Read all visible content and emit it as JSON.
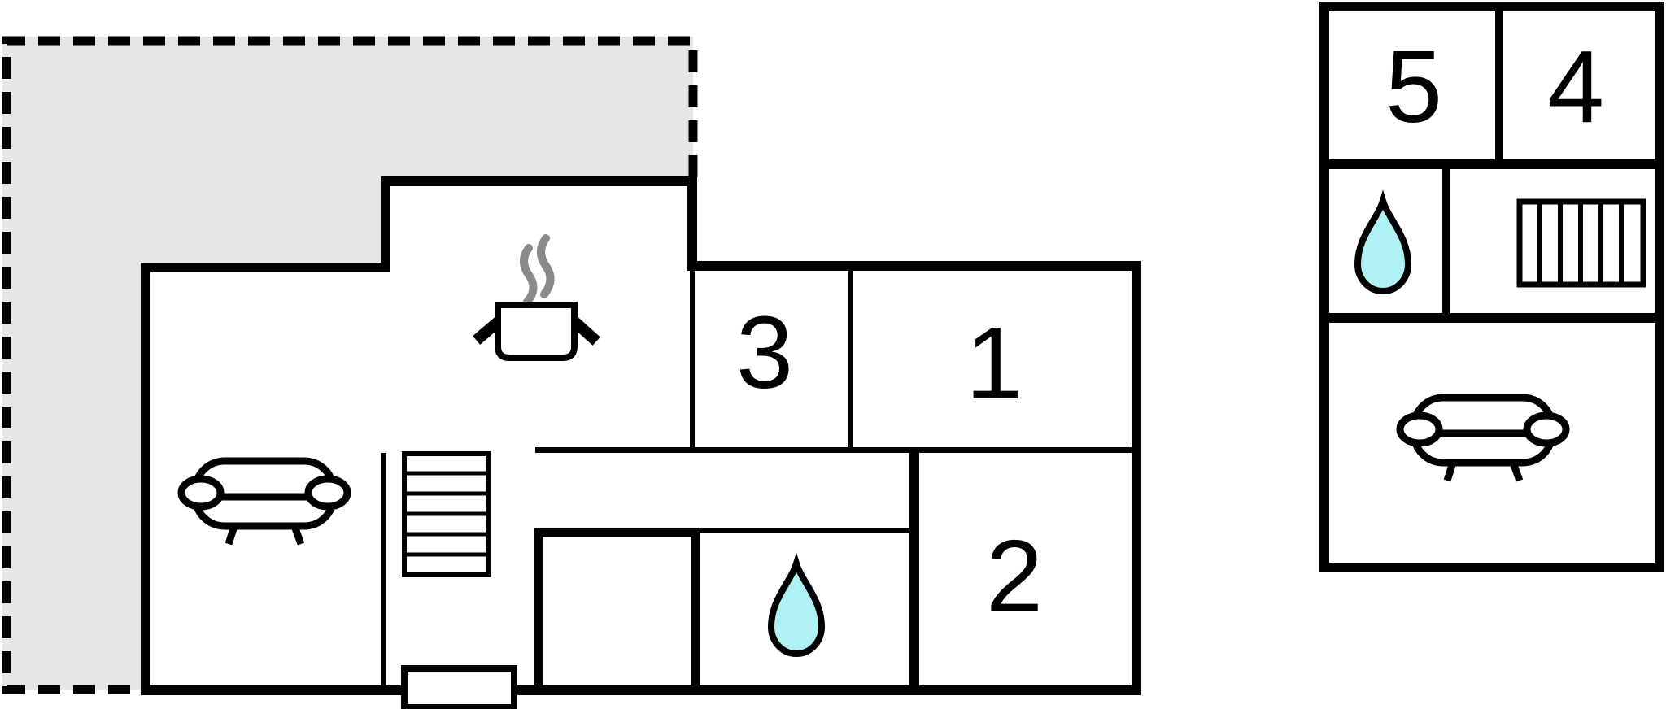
{
  "ground_floor": {
    "name": "ground-floor-plan",
    "rooms": [
      {
        "label": "3"
      },
      {
        "label": "1"
      },
      {
        "label": "2"
      }
    ],
    "icons": [
      "cooking-pot-icon",
      "steam-icon",
      "sofa-icon",
      "stairs-icon",
      "water-drop-icon",
      "entrance-door-icon",
      "terrace-area"
    ]
  },
  "upper_floor": {
    "name": "upper-floor-plan",
    "rooms": [
      {
        "label": "5"
      },
      {
        "label": "4"
      }
    ],
    "icons": [
      "water-drop-icon",
      "radiator-icon",
      "sofa-icon"
    ]
  },
  "colors": {
    "wall": "#000000",
    "terrace_fill": "#e6e6e6",
    "water_drop_fill": "#b0f1f3",
    "steam_gray": "#8a8a8a",
    "icon_fill": "#ffffff",
    "background": "#ffffff"
  }
}
